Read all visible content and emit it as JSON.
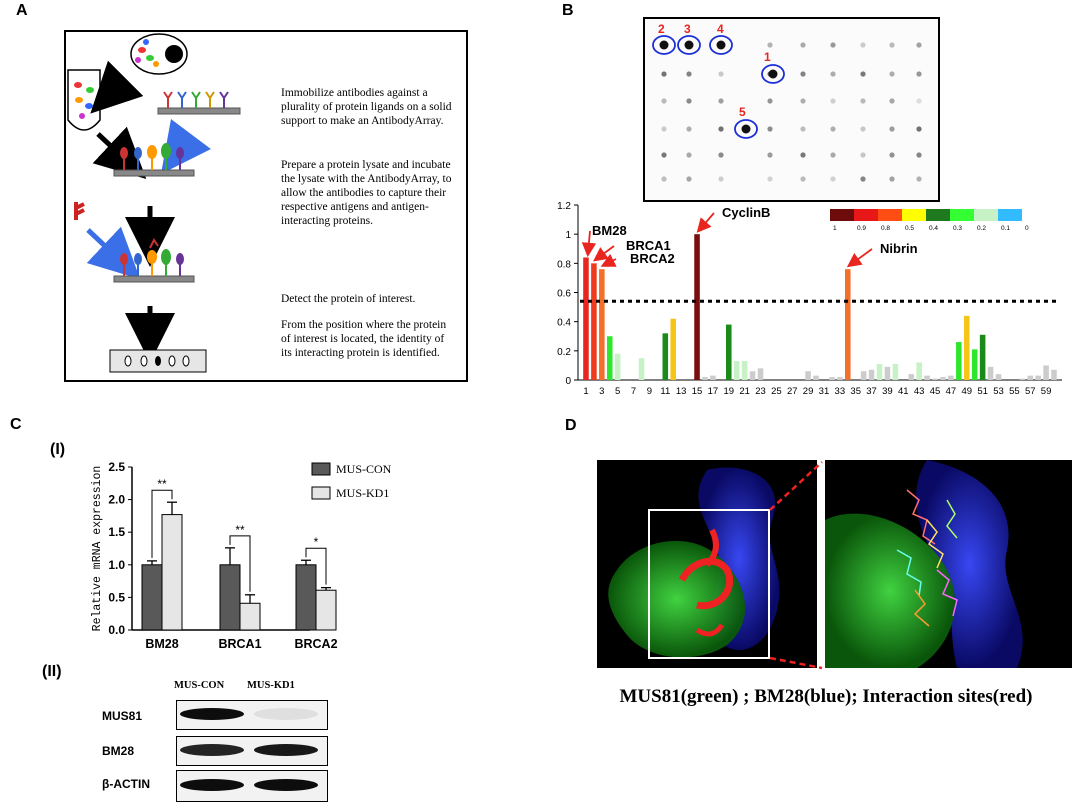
{
  "panels": {
    "a": "A",
    "b": "B",
    "c": "C",
    "d": "D",
    "c_i": "(I)",
    "c_ii": "(II)"
  },
  "panel_a": {
    "para1": "Immobilize antibodies against a plurality of protein ligands on a solid support to make an AntibodyArray.",
    "para2": "Prepare a protein lysate and incubate the lysate with the AntibodyArray, to allow the antibodies to capture their respective antigens and antigen-interacting proteins.",
    "para3": "Detect the protein of interest.",
    "para4": "From the position where the protein of interest is located, the identity of its interacting protein is identified."
  },
  "dot_blot": {
    "spot_labels": [
      "2",
      "3",
      "4",
      "1",
      "5"
    ],
    "label_color": "#e8251f",
    "circle_color": "#1b2fd6"
  },
  "chart_data": [
    {
      "type": "bar",
      "name": "antibody-array-scores",
      "x": [
        1,
        2,
        3,
        4,
        5,
        6,
        7,
        8,
        9,
        10,
        11,
        12,
        13,
        14,
        15,
        16,
        17,
        18,
        19,
        20,
        21,
        22,
        23,
        24,
        25,
        26,
        27,
        28,
        29,
        30,
        31,
        32,
        33,
        34,
        35,
        36,
        37,
        38,
        39,
        40,
        41,
        42,
        43,
        44,
        45,
        46,
        47,
        48,
        49,
        50,
        51,
        52,
        53,
        54,
        55,
        56,
        57,
        58,
        59,
        60
      ],
      "values": [
        0.84,
        0.8,
        0.76,
        0.3,
        0.18,
        0,
        0,
        0.15,
        0,
        0,
        0.32,
        0.42,
        0,
        0,
        1.0,
        0.02,
        0.03,
        0,
        0.38,
        0.13,
        0.13,
        0.06,
        0.08,
        0,
        0,
        0,
        0,
        0,
        0.06,
        0.03,
        0,
        0.02,
        0.02,
        0.76,
        0,
        0.06,
        0.07,
        0.11,
        0.09,
        0.11,
        0,
        0.04,
        0.12,
        0.03,
        0.01,
        0.02,
        0.03,
        0.26,
        0.44,
        0.21,
        0.31,
        0.09,
        0.04,
        0,
        0,
        0.01,
        0.03,
        0.03,
        0.1,
        0.07
      ],
      "colors": [
        "#e8261e",
        "#ef3a1e",
        "#f2702a",
        "#2ee62e",
        "#c6f2c6",
        "#c6f2c6",
        "#c6f2c6",
        "#c6f2c6",
        "#c6f2c6",
        "#c6f2c6",
        "#1a8a1a",
        "#f5c518",
        "#c6f2c6",
        "#c6f2c6",
        "#7a0e0e",
        "#cccccc",
        "#cccccc",
        "#cccccc",
        "#1a8a1a",
        "#c6f2c6",
        "#c6f2c6",
        "#cccccc",
        "#cccccc",
        "#cccccc",
        "#cccccc",
        "#cccccc",
        "#cccccc",
        "#cccccc",
        "#cccccc",
        "#cccccc",
        "#cccccc",
        "#cccccc",
        "#cccccc",
        "#f2702a",
        "#cccccc",
        "#cccccc",
        "#cccccc",
        "#c6f2c6",
        "#cccccc",
        "#c6f2c6",
        "#cccccc",
        "#cccccc",
        "#c6f2c6",
        "#cccccc",
        "#cccccc",
        "#cccccc",
        "#cccccc",
        "#2ee62e",
        "#f5c518",
        "#2ee62e",
        "#1a8a1a",
        "#cccccc",
        "#cccccc",
        "#cccccc",
        "#cccccc",
        "#cccccc",
        "#cccccc",
        "#cccccc",
        "#cccccc",
        "#cccccc"
      ],
      "xticks": [
        1,
        3,
        5,
        7,
        9,
        11,
        13,
        15,
        17,
        19,
        21,
        23,
        25,
        27,
        29,
        31,
        33,
        35,
        37,
        39,
        41,
        43,
        45,
        47,
        49,
        51,
        53,
        55,
        57,
        59
      ],
      "yticks": [
        "0",
        "0.2",
        "0.4",
        "0.6",
        "0.8",
        "1",
        "1.2"
      ],
      "ylim": [
        0,
        1.2
      ],
      "threshold": 0.54,
      "annotations": [
        {
          "text": "BM28",
          "x": 1,
          "y": 0.84
        },
        {
          "text": "BRCA1",
          "x": 2,
          "y": 0.8
        },
        {
          "text": "BRCA2",
          "x": 3,
          "y": 0.76
        },
        {
          "text": "CyclinB",
          "x": 15,
          "y": 1.0
        },
        {
          "text": "Nibrin",
          "x": 34,
          "y": 0.76
        }
      ],
      "colorscale": {
        "labels": [
          "1",
          "0.9",
          "0.8",
          "0.5",
          "0.4",
          "0.3",
          "0.2",
          "0.1",
          "0"
        ],
        "colors": [
          "#6e0b0b",
          "#e81818",
          "#ff4d14",
          "#ffff00",
          "#1f7a1f",
          "#33ff33",
          "#c6f2c6",
          "#33bbff"
        ]
      },
      "arrow_color": "#e8251f"
    },
    {
      "type": "bar",
      "name": "relative-mrna-expression",
      "categories": [
        "BM28",
        "BRCA1",
        "BRCA2"
      ],
      "series": [
        {
          "name": "MUS-CON",
          "values": [
            1.0,
            1.0,
            1.0
          ],
          "errors": [
            0.06,
            0.26,
            0.07
          ],
          "color": "#595959"
        },
        {
          "name": "MUS-KD1",
          "values": [
            1.77,
            0.41,
            0.61
          ],
          "errors": [
            0.19,
            0.13,
            0.04
          ],
          "color": "#e6e6e6"
        }
      ],
      "ylabel": "Relative mRNA expression",
      "ylim": [
        0,
        2.5
      ],
      "yticks": [
        "0.0",
        "0.5",
        "1.0",
        "1.5",
        "2.0",
        "2.5"
      ],
      "significance": [
        "**",
        "**",
        "*"
      ]
    }
  ],
  "western_blot": {
    "lanes": [
      "MUS-CON",
      "MUS-KD1"
    ],
    "rows": [
      {
        "label": "MUS81",
        "band_con": 0.95,
        "band_kd": 0.08
      },
      {
        "label": "BM28",
        "band_con": 0.85,
        "band_kd": 0.9
      },
      {
        "label": "β-ACTIN",
        "band_con": 0.95,
        "band_kd": 0.95
      }
    ]
  },
  "panel_d": {
    "caption": "MUS81(green) ; BM28(blue); Interaction sites(red)"
  }
}
